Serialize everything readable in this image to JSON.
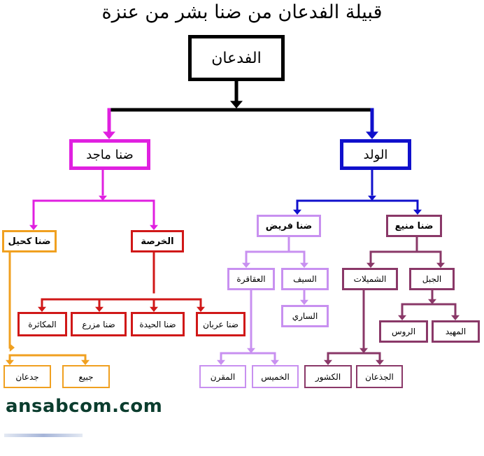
{
  "title": "قبيلة الفدعان من ضنا بشر من عنزة",
  "footer": {
    "brand": "ansabcom",
    "domain": ".com"
  },
  "colors": {
    "black": "#000000",
    "blue": "#1010cc",
    "magenta": "#e020e0",
    "red": "#d01818",
    "orange": "#f0a020",
    "lavender": "#c890f0",
    "plum": "#8a3868"
  },
  "nodes": {
    "root": "الفدعان",
    "wild": "الولد",
    "majed": "ضنا ماجد",
    "faraidh": "ضنا فريض",
    "mani": "ضنا منيع",
    "kharsa": "الخرصة",
    "kahil": "ضنا كحيل",
    "aqaqira": "العقاقرة",
    "saif": "السيف",
    "shumailat": "الشميلات",
    "jabal": "الجبل",
    "sari": "الساري",
    "urban": "ضنا عربان",
    "haida": "ضنا الحيدة",
    "mizra": "ضنا مزرع",
    "makathra": "المكاثرة",
    "mahid": "المهيد",
    "rous": "الروس",
    "jubaie": "جبيع",
    "jadaan1": "جدعان",
    "khumais": "الخميس",
    "muqran": "المقرن",
    "jadaan2": "الجذعان",
    "kashur": "الكشور"
  }
}
